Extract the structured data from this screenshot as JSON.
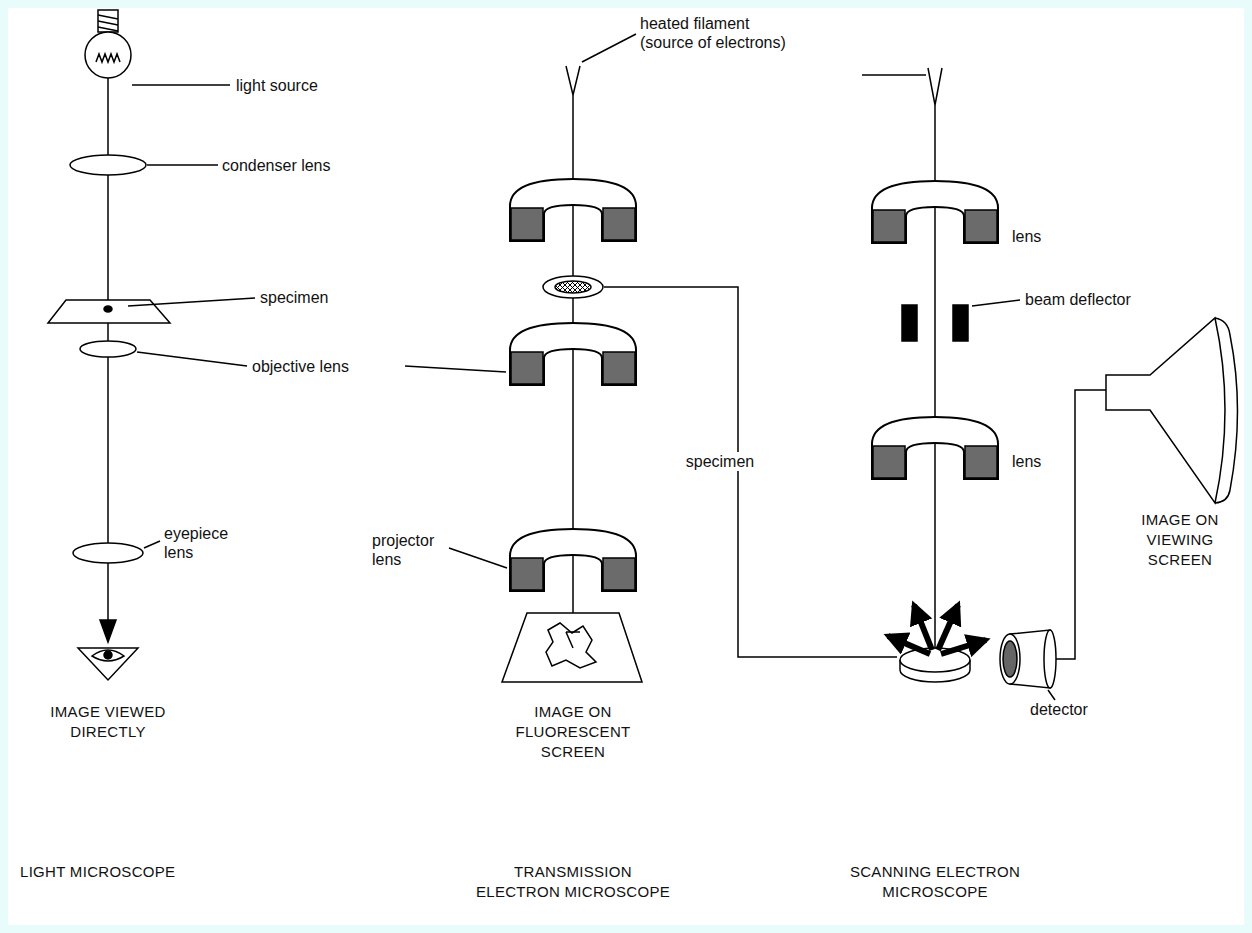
{
  "diagram": {
    "labels": [
      "light source",
      "condenser lens",
      "specimen",
      "objective lens",
      "eyepiece lens",
      "IMAGE VIEWED DIRECTLY",
      "heated filament (source of electrons)",
      "specimen",
      "projector lens",
      "IMAGE ON FLUORESCENT SCREEN",
      "lens",
      "beam deflector",
      "lens",
      "IMAGE ON VIEWING SCREEN",
      "detector",
      "LIGHT MICROSCOPE",
      "TRANSMISSION ELECTRON MICROSCOPE",
      "SCANNING ELECTRON MICROSCOPE"
    ]
  }
}
